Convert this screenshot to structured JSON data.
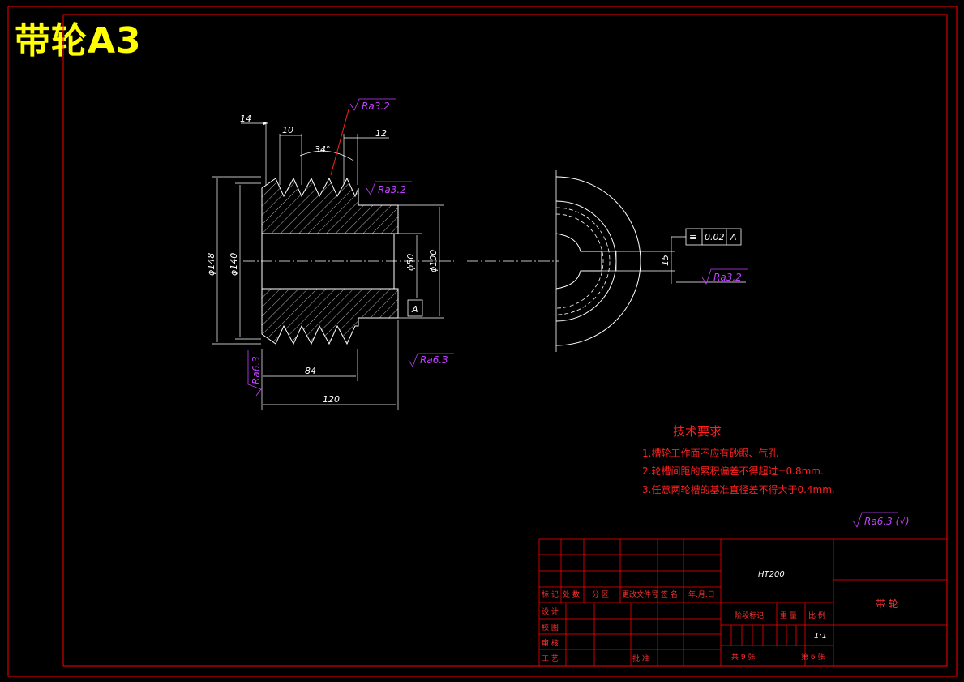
{
  "banner_title": "带轮A3",
  "dimensions": {
    "d148": "ϕ148",
    "d140": "ϕ140",
    "d50": "ϕ50",
    "d100": "ϕ100",
    "w14": "14",
    "w10": "10",
    "w12": "12",
    "angle": "34°",
    "len84": "84",
    "len120": "120",
    "key15": "15",
    "datum": "A"
  },
  "roughness": {
    "top": "Ra3.2",
    "side": "Ra3.2",
    "left": "Ra6.3",
    "bottom": "Ra6.3",
    "right_view": "Ra3.2",
    "general": "Ra6.3 (√)"
  },
  "tolerance": {
    "symbol": "≡",
    "value": "0.02",
    "datum": "A"
  },
  "tech_requirements": {
    "heading": "技术要求",
    "items": [
      "1.槽轮工作面不应有砂眼、气孔",
      "2.轮槽间距的累积偏差不得超过±0.8mm.",
      "3.任意两轮槽的基准直径差不得大于0.4mm."
    ]
  },
  "title_block": {
    "material": "HT200",
    "part_name": "带 轮",
    "scale": "1:1",
    "header_cells": [
      "标 记",
      "处 数",
      "分 区",
      "更改文件号",
      "签 名",
      "年.月.日"
    ],
    "row_labels": [
      "设 计",
      "校 图",
      "审 核",
      "工 艺"
    ],
    "approve": "批 准",
    "stage_headers": [
      "阶段标记",
      "重 量",
      "比 例"
    ],
    "total_sheets": "共 9 张",
    "sheet_no": "第 6 张"
  },
  "colors": {
    "frame": "#ff0000",
    "geometry": "#ffffff",
    "banner": "#ffff00",
    "roughness": "#c040ff",
    "requirements": "#ff2020"
  }
}
